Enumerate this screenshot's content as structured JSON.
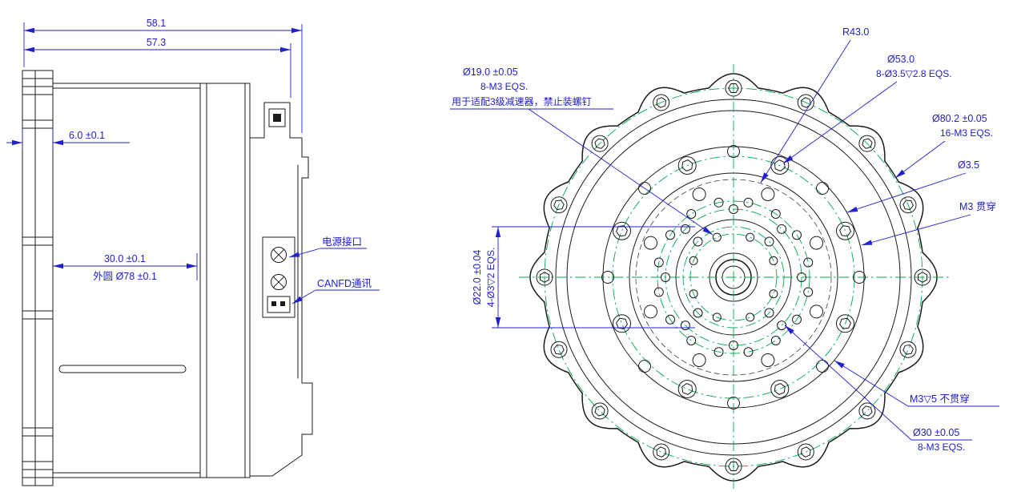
{
  "drawing": {
    "colors": {
      "geometry": "#1b1b1b",
      "dimension": "#2020cc",
      "centerline": "#00a94f"
    },
    "side_view": {
      "dim_total_width": "58.1",
      "dim_body_width": "57.3",
      "dim_flange_thickness": "6.0 ±0.1",
      "dim_motor_length": "30.0 ±0.1",
      "dim_outer_dia": "外圆 Ø78 ±0.1",
      "label_power_port": "电源接口",
      "label_canfd": "CANFD通讯"
    },
    "front_view": {
      "dim_r43": "R43.0",
      "dim_d53": "Ø53.0",
      "dim_d53_sub": "8-Ø3.5▽2.8 EQS.",
      "dim_d19": "Ø19.0 ±0.05",
      "dim_d19_sub": "8-M3 EQS.",
      "note_reducer": "用于适配3级减速器，禁止装螺钉",
      "dim_d80": "Ø80.2 ±0.05",
      "dim_d80_sub": "16-M3 EQS.",
      "dim_d35": "Ø3.5",
      "note_m3_through": "M3 贯穿",
      "dim_d22": "Ø22.0 ±0.04",
      "dim_d22_sub": "4-Ø3▽2 EQS.",
      "note_m3_blind": "M3▽5 不贯穿",
      "dim_d30": "Ø30 ±0.05",
      "dim_d30_sub": "8-M3 EQS."
    }
  }
}
